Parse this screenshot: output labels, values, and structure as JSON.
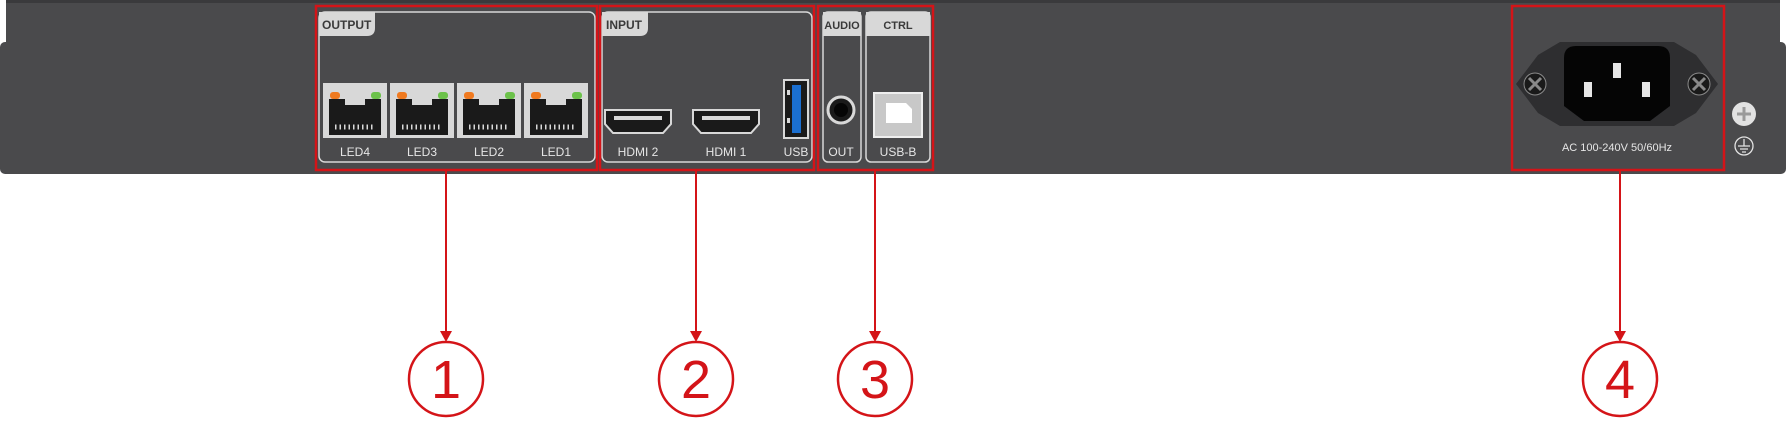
{
  "panel": {
    "sections": {
      "output": "OUTPUT",
      "input": "INPUT",
      "audio": "AUDIO",
      "ctrl": "CTRL"
    },
    "ports": {
      "led4": "LED4",
      "led3": "LED3",
      "led2": "LED2",
      "led1": "LED1",
      "hdmi2": "HDMI 2",
      "hdmi1": "HDMI 1",
      "usb": "USB",
      "audio_out": "OUT",
      "usb_b": "USB-B"
    },
    "power_label": "AC 100-240V 50/60Hz"
  },
  "callouts": [
    "1",
    "2",
    "3",
    "4"
  ],
  "colors": {
    "chassis": "#4a4a4c",
    "callout": "#d41418",
    "port_led_orange": "#f07a20",
    "port_led_green": "#6cc24a",
    "usb_blue": "#1b6fd0"
  },
  "icons": {
    "ethernet": "rj45-port-icon",
    "hdmi": "hdmi-port-icon",
    "usb": "usb-a-port-icon",
    "audio": "audio-jack-icon",
    "usb_b": "usb-b-port-icon",
    "power": "iec-c14-power-inlet-icon",
    "ground": "ground-terminal-icon"
  }
}
